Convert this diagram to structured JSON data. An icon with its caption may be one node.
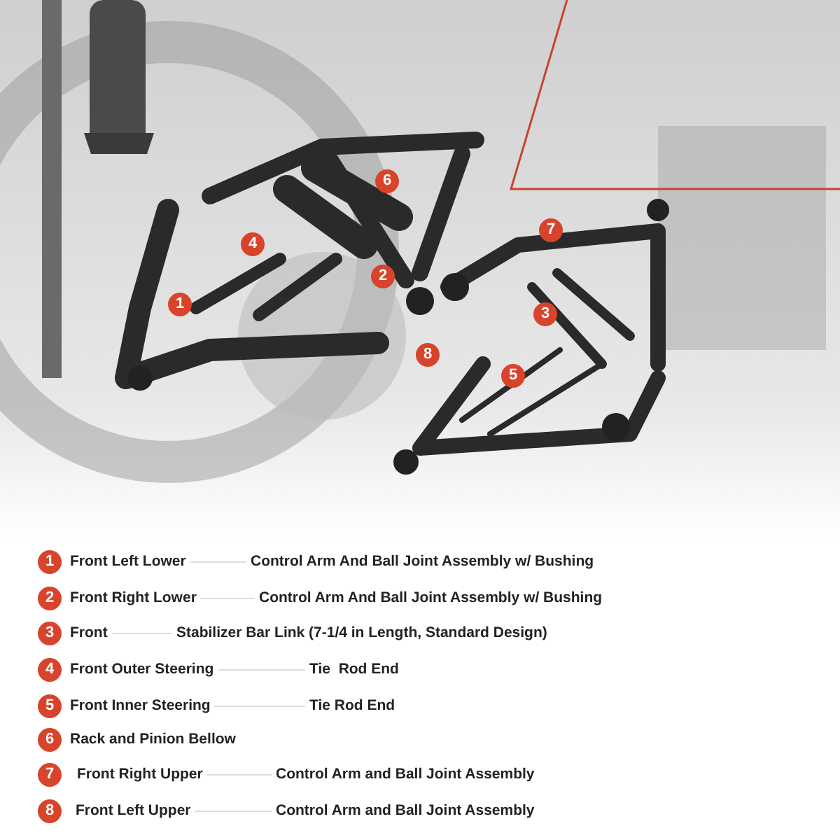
{
  "diagram": {
    "labels": [
      "6",
      "7",
      "4",
      "2",
      "1",
      "3",
      "8",
      "5",
      "1",
      "Front Left Lower",
      "Control Arm And Ball Joint Assembly w/ Bushing",
      "2",
      "Front Right Lower",
      "Control Arm And Ball Joint Assembly w/ Bushing",
      "3",
      "Front",
      "Stabilizer Bar Link (7-1/4 in Length, Standard Design)",
      "4",
      "Front Outer Steering",
      "Tie  Rod End",
      "5",
      "Front Inner Steering",
      "Tie Rod End",
      "6",
      "Rack and Pinion Bellow",
      "7",
      "Front Right Upper",
      "Control Arm and Ball Joint Assembly",
      "8",
      "Front Left Upper",
      "Control Arm and Ball Joint Assembly"
    ]
  }
}
